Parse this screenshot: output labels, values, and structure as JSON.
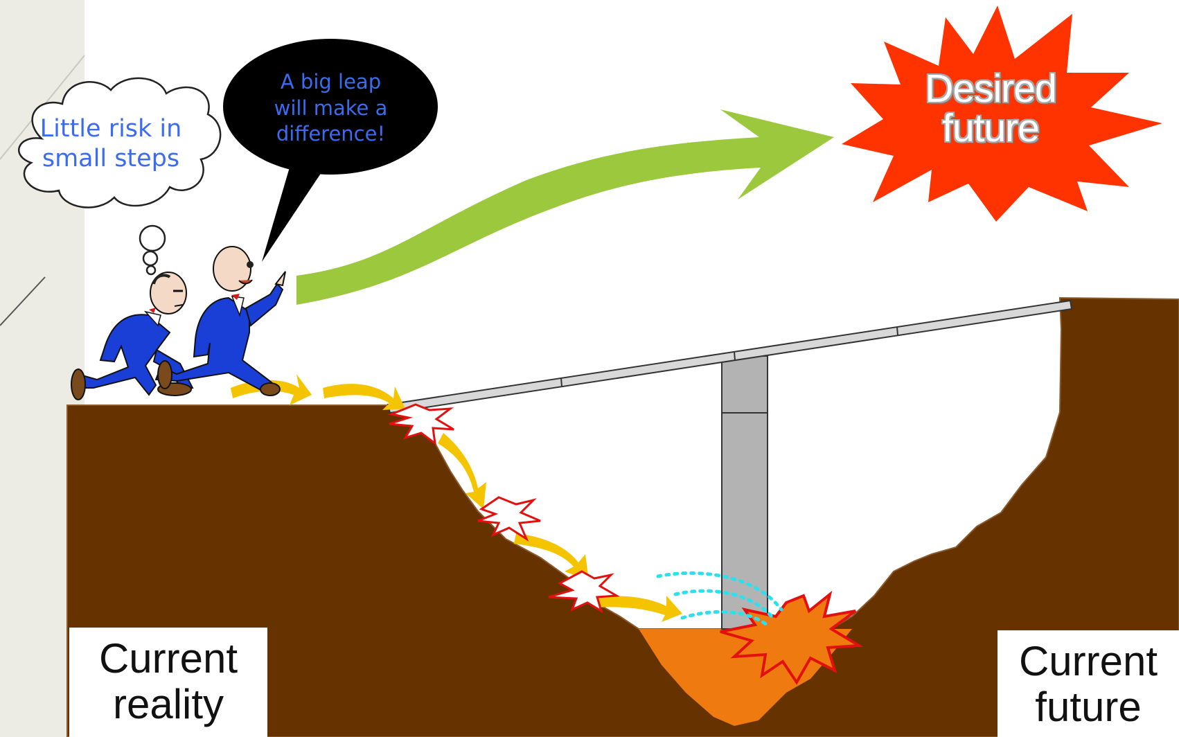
{
  "thought_cloud": {
    "line1": "Little risk in",
    "line2": "small steps"
  },
  "speech_bubble": {
    "line1": "A big leap",
    "line2": "will make a",
    "line3": "difference!"
  },
  "burst": {
    "line1": "Desired",
    "line2": "future"
  },
  "left_box": {
    "line1": "Current",
    "line2": "reality"
  },
  "right_box": {
    "line1": "Current",
    "line2": "future"
  },
  "colors": {
    "ground": "#663300",
    "arrow_green": "#9bc83c",
    "arrow_yellow": "#f5c400",
    "burst_red": "#ff3300",
    "pit_fire": "#ee7a10",
    "splash_cyan": "#2ee0ee",
    "pillar_gray": "#b3b3b3",
    "suit_blue": "#1a3fd6",
    "bubble_text_blue": "#3b6cf0"
  },
  "icons": {
    "burst": "explosion-burst-icon",
    "impact": "impact-spark-icon",
    "figure": "running-man-icon"
  }
}
